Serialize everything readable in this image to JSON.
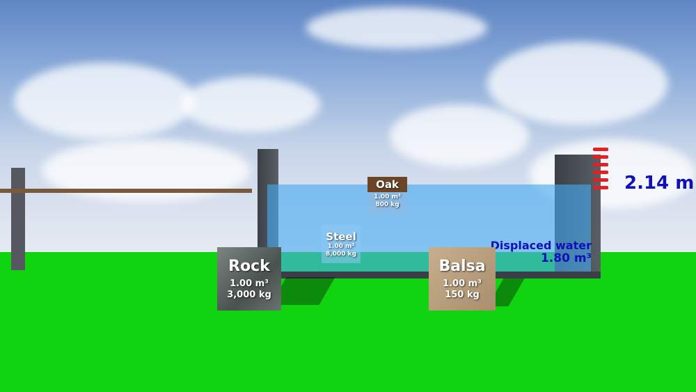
{
  "scene": {
    "colors": {
      "ground": "#11d411",
      "water": "#46aaf0",
      "label_blue": "#1010b8",
      "tick_red": "#e62020"
    }
  },
  "gauge": {
    "level_text": "2.14 m"
  },
  "displaced": {
    "title": "Displaced water",
    "value": "1.80 m³"
  },
  "blocks": {
    "rock": {
      "name": "Rock",
      "volume": "1.00  m³",
      "mass": "3,000  kg"
    },
    "balsa": {
      "name": "Balsa",
      "volume": "1.00  m³",
      "mass": "150  kg"
    },
    "oak": {
      "name": "Oak",
      "volume": "1.00  m³",
      "mass": "800  kg"
    },
    "steel": {
      "name": "Steel",
      "volume": "1.00  m³",
      "mass": "8,000  kg"
    }
  }
}
